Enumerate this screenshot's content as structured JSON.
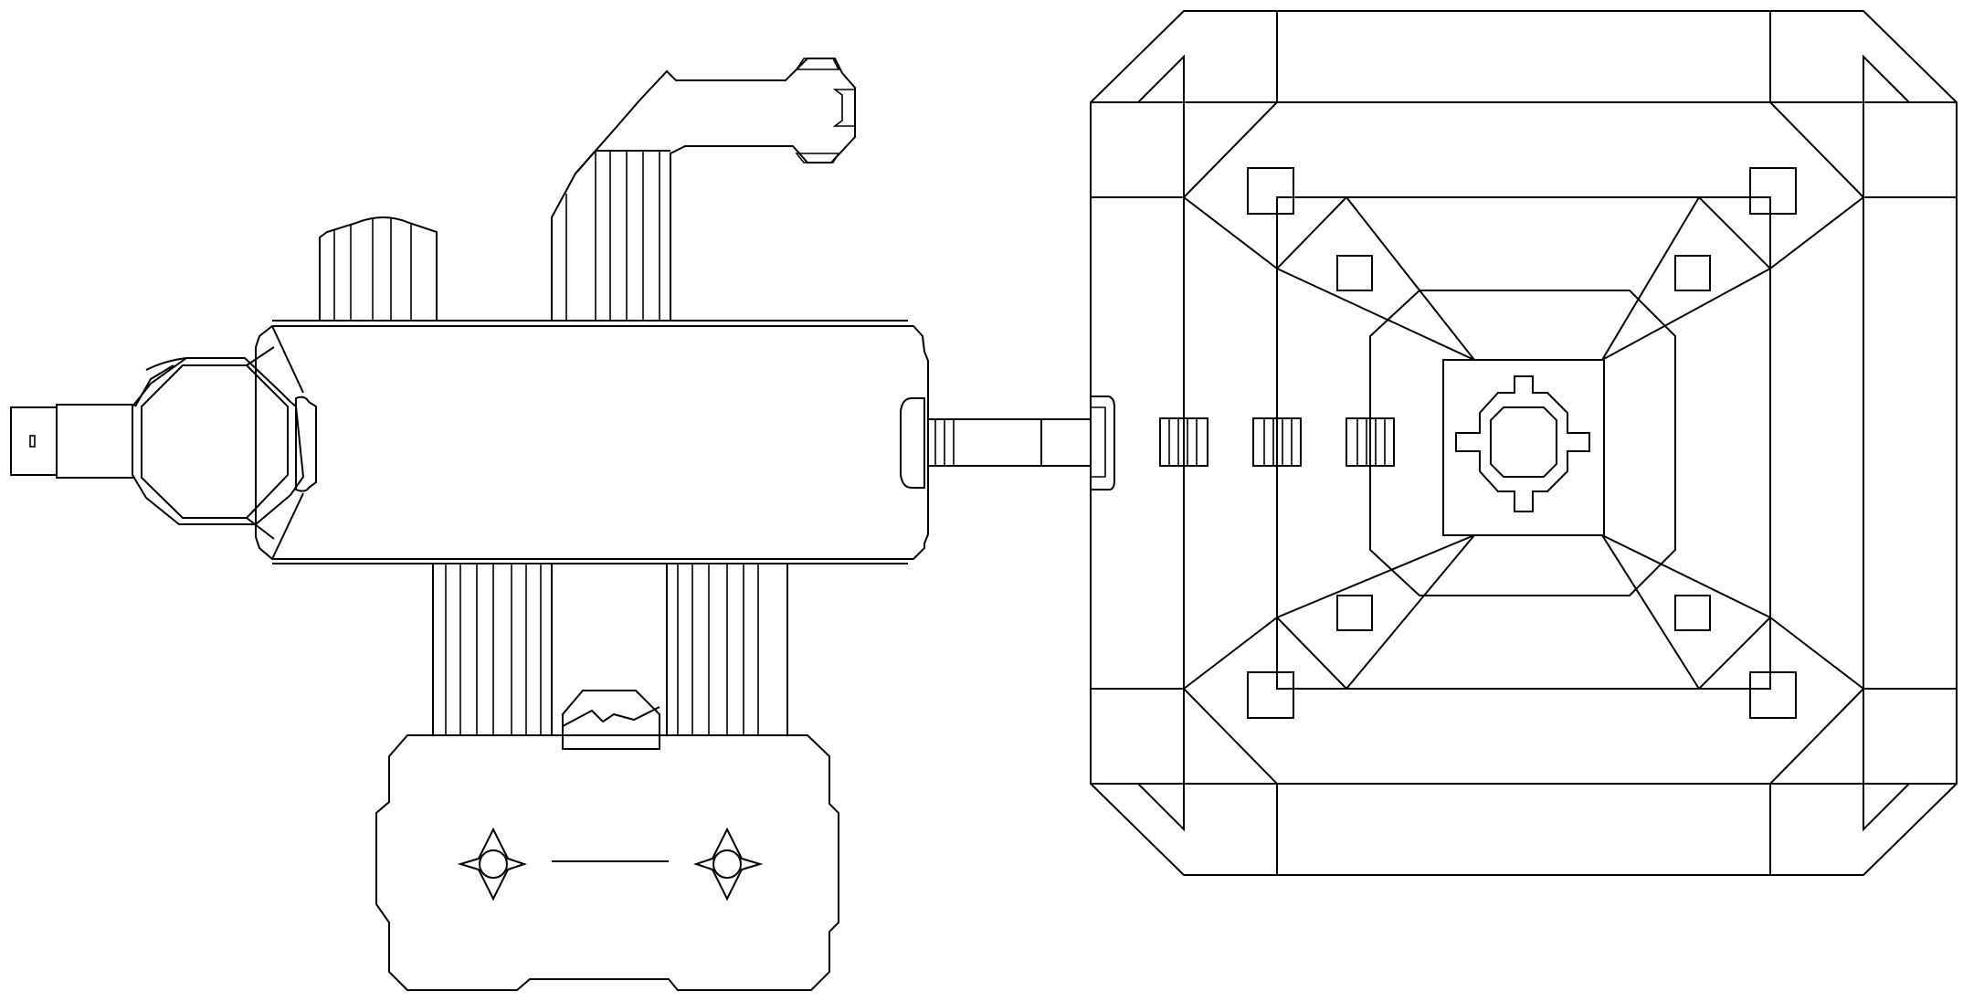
{
  "map": {
    "style": "line-art level map",
    "line_color": "#000000",
    "background_color": "#ffffff",
    "regions": [
      "west-entry-corridor",
      "octagon-room",
      "main-hall",
      "north-stairway",
      "northeast-passage",
      "south-courtyard",
      "east-bridge",
      "east-arena"
    ],
    "symbols": [
      "four-point-star-marker",
      "four-point-star-marker",
      "cross-octagon-marker"
    ]
  }
}
